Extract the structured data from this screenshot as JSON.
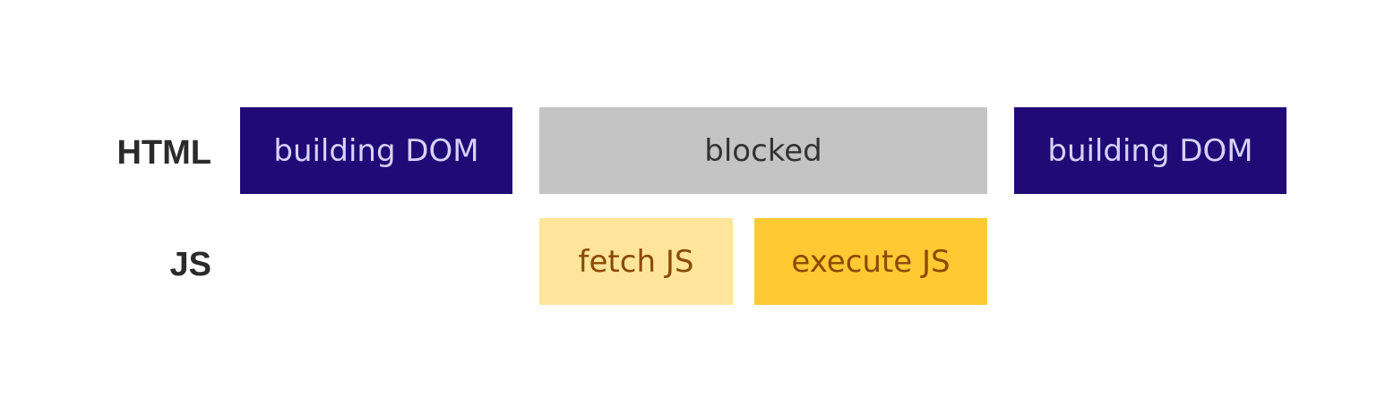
{
  "rows": {
    "html_label": "HTML",
    "js_label": "JS"
  },
  "blocks": {
    "html": [
      {
        "label": "building DOM",
        "kind": "dom"
      },
      {
        "label": "blocked",
        "kind": "blocked"
      },
      {
        "label": "building DOM",
        "kind": "dom"
      }
    ],
    "js": [
      {
        "label": "fetch JS",
        "kind": "fetch"
      },
      {
        "label": "execute JS",
        "kind": "execute"
      }
    ]
  },
  "colors": {
    "dom": "#1f0a76",
    "blocked": "#c4c4c4",
    "fetch": "#fee59b",
    "execute": "#fdca33"
  }
}
